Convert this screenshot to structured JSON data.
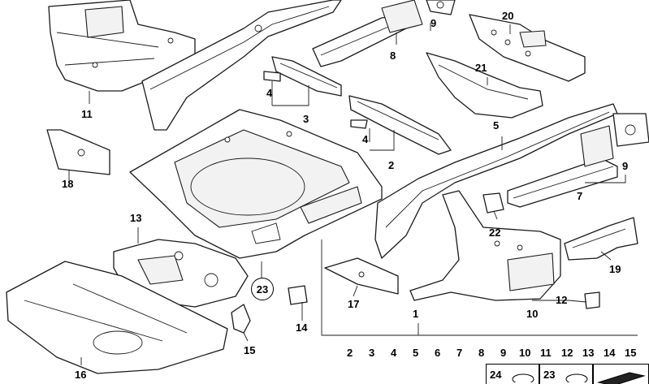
{
  "diagram": {
    "callouts": {
      "c1": "1",
      "c2a": "2",
      "c3": "3",
      "c4a": "4",
      "c4b": "4",
      "c5": "5",
      "c7": "7",
      "c8": "8",
      "c9a": "9",
      "c9b": "9",
      "c10": "10",
      "c11": "11",
      "c12": "12",
      "c13": "13",
      "c14": "14",
      "c15": "15",
      "c16": "16",
      "c17": "17",
      "c18": "18",
      "c19": "19",
      "c20": "20",
      "c21": "21",
      "c22": "22",
      "c23": "23"
    },
    "index_row": [
      "2",
      "3",
      "4",
      "5",
      "6",
      "7",
      "8",
      "9",
      "10",
      "11",
      "12",
      "13",
      "14",
      "15"
    ],
    "thumbnails": [
      {
        "label": "24"
      },
      {
        "label": "23"
      },
      {
        "label": ""
      }
    ]
  }
}
